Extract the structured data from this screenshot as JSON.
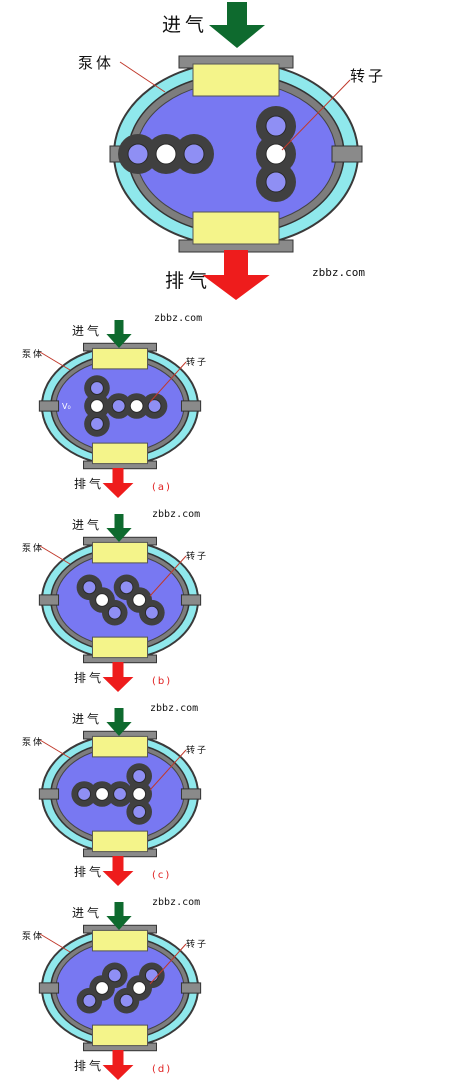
{
  "colors": {
    "housing": "#8fe8ec",
    "chamber": "#7878f2",
    "port": "#f4f48a",
    "rotor": "#404040",
    "inlet_arrow": "#0e6a2e",
    "outlet_arrow": "#ee1c1c"
  },
  "main": {
    "inlet_label": "进气",
    "outlet_label": "排气",
    "body_label": "泵体",
    "rotor_label": "转子",
    "site": "zbbz.com"
  },
  "stages": [
    {
      "inlet_label": "进气",
      "outlet_label": "排气",
      "body_label": "泵体",
      "rotor_label": "转子",
      "site": "zbbz.com",
      "caption": "(a)",
      "chamber_mark": "V₀"
    },
    {
      "inlet_label": "进气",
      "outlet_label": "排气",
      "body_label": "泵体",
      "rotor_label": "转子",
      "site": "zbbz.com",
      "caption": "(b)"
    },
    {
      "inlet_label": "进气",
      "outlet_label": "排气",
      "body_label": "泵体",
      "rotor_label": "转子",
      "site": "zbbz.com",
      "caption": "(c)"
    },
    {
      "inlet_label": "进气",
      "outlet_label": "排气",
      "body_label": "泵体",
      "rotor_label": "转子",
      "site": "zbbz.com",
      "caption": "(d)"
    }
  ]
}
